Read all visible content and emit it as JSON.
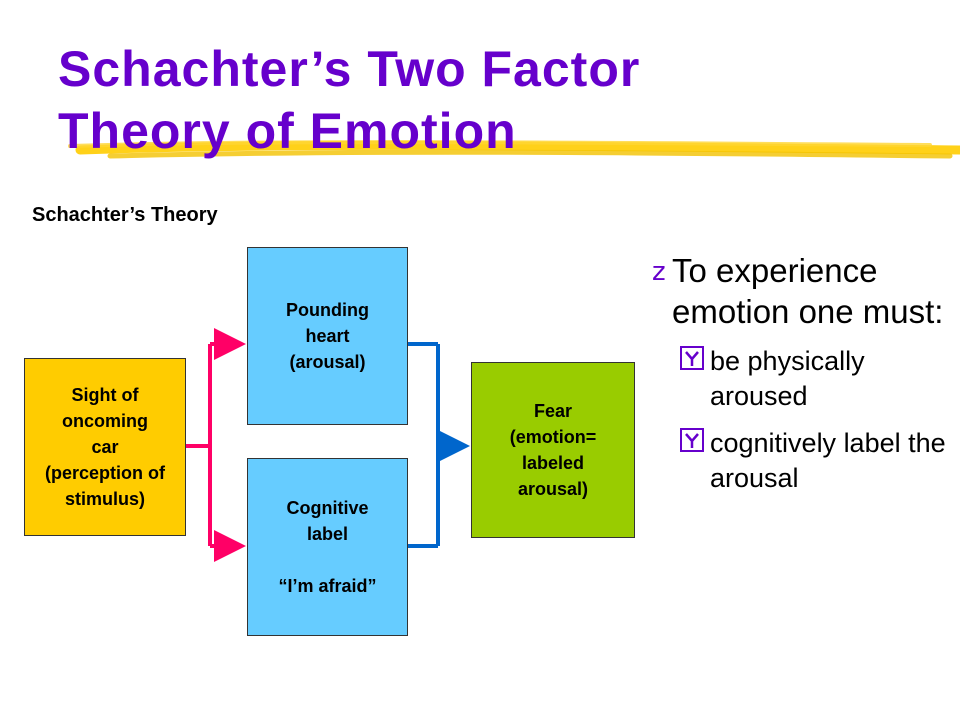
{
  "slide": {
    "title_line1": "Schachter’s Two Factor",
    "title_line2": "Theory of Emotion",
    "subtitle": "Schachter’s Theory"
  },
  "diagram": {
    "stimulus": "Sight of\noncoming\ncar\n(perception of\nstimulus)",
    "arousal": "Pounding\nheart\n(arousal)",
    "cognitive_label": "Cognitive\nlabel\n\n“I’m afraid”",
    "emotion": "Fear\n(emotion=\nlabeled\narousal)"
  },
  "bullets": {
    "main": "To experience emotion one must:",
    "items": [
      "be physically aroused",
      "cognitively label the arousal"
    ]
  },
  "colors": {
    "title": "#6600cc",
    "underline": "#ffcc00",
    "stimulus_box": "#ffcc00",
    "arousal_box": "#66ccff",
    "emotion_box": "#99cc00",
    "left_arrows": "#ff0066",
    "right_arrows": "#0066cc"
  },
  "icons": {
    "main_bullet": "z-bullet-icon",
    "sub_bullet": "y-bullet-icon"
  }
}
